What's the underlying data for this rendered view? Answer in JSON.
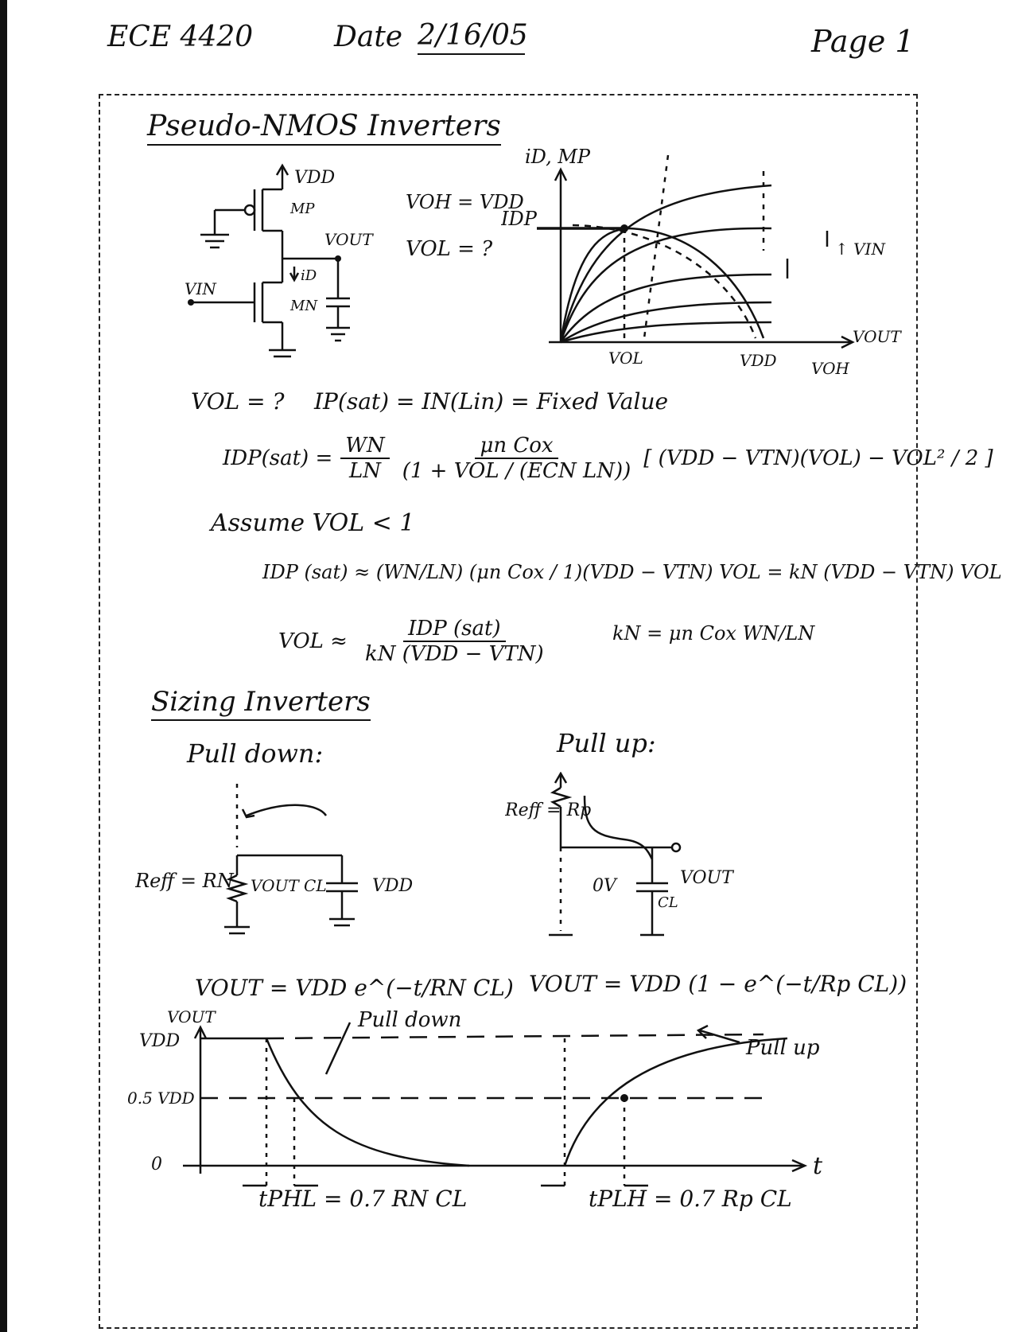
{
  "header": {
    "course": "ECE 4420",
    "date_label": "Date",
    "date_value": "2/16/05",
    "page": "Page 1"
  },
  "section1": {
    "title": "Pseudo-NMOS Inverters",
    "circuit": {
      "vdd": "VDD",
      "mp": "MP",
      "mn": "MN",
      "vout": "VOUT",
      "vin": "VIN",
      "id": "iD"
    },
    "voh": "VOH = VDD",
    "vol": "VOL = ?",
    "graph": {
      "ylabel": "iD, MP",
      "idp": "IDP",
      "vin_arrow": "↑ VIN",
      "xlabel": "VOUT",
      "vol": "VOL",
      "vdd": "VDD",
      "voh": "VOH"
    }
  },
  "equations": {
    "line1_a": "VOL = ?",
    "line1_b": "IP(sat) = IN(Lin) = Fixed Value",
    "eq1_lhs": "IDP(sat) =",
    "eq1_w": "WN",
    "eq1_l": "LN",
    "eq1_num": "μn Cox",
    "eq1_den": "(1 + VOL / (ECN LN))",
    "eq1_rhs": "[ (VDD − VTN)(VOL) − VOL² / 2 ]",
    "assume": "Assume VOL < 1",
    "eq2": "IDP (sat) ≈ (WN/LN) (μn Cox / 1)(VDD − VTN) VOL = kN (VDD − VTN) VOL",
    "eq3_lhs": "VOL ≈",
    "eq3_num": "IDP (sat)",
    "eq3_den": "kN (VDD − VTN)",
    "eq3_k": "kN = μn Cox WN/LN"
  },
  "section2": {
    "title": "Sizing Inverters",
    "pulldown_label": "Pull down:",
    "pullup_label": "Pull up:",
    "reff_n": "Reff = RN",
    "reff_p": "Reff = Rp",
    "vout_cl": "VOUT CL",
    "vdd": "VDD",
    "ov": "0V",
    "cl": "CL",
    "vout": "VOUT",
    "eq_down": "VOUT = VDD e^(−t/RN CL)",
    "eq_up": "VOUT = VDD (1 − e^(−t/Rp CL))"
  },
  "waveform": {
    "ylabel": "VOUT",
    "vdd": "VDD",
    "half": "0.5 VDD",
    "zero": "0",
    "t": "t",
    "pulldown": "Pull down",
    "pullup": "Pull up",
    "tphl": "tPHL = 0.7 RN CL",
    "tplh": "tPLH = 0.7 Rp CL"
  }
}
